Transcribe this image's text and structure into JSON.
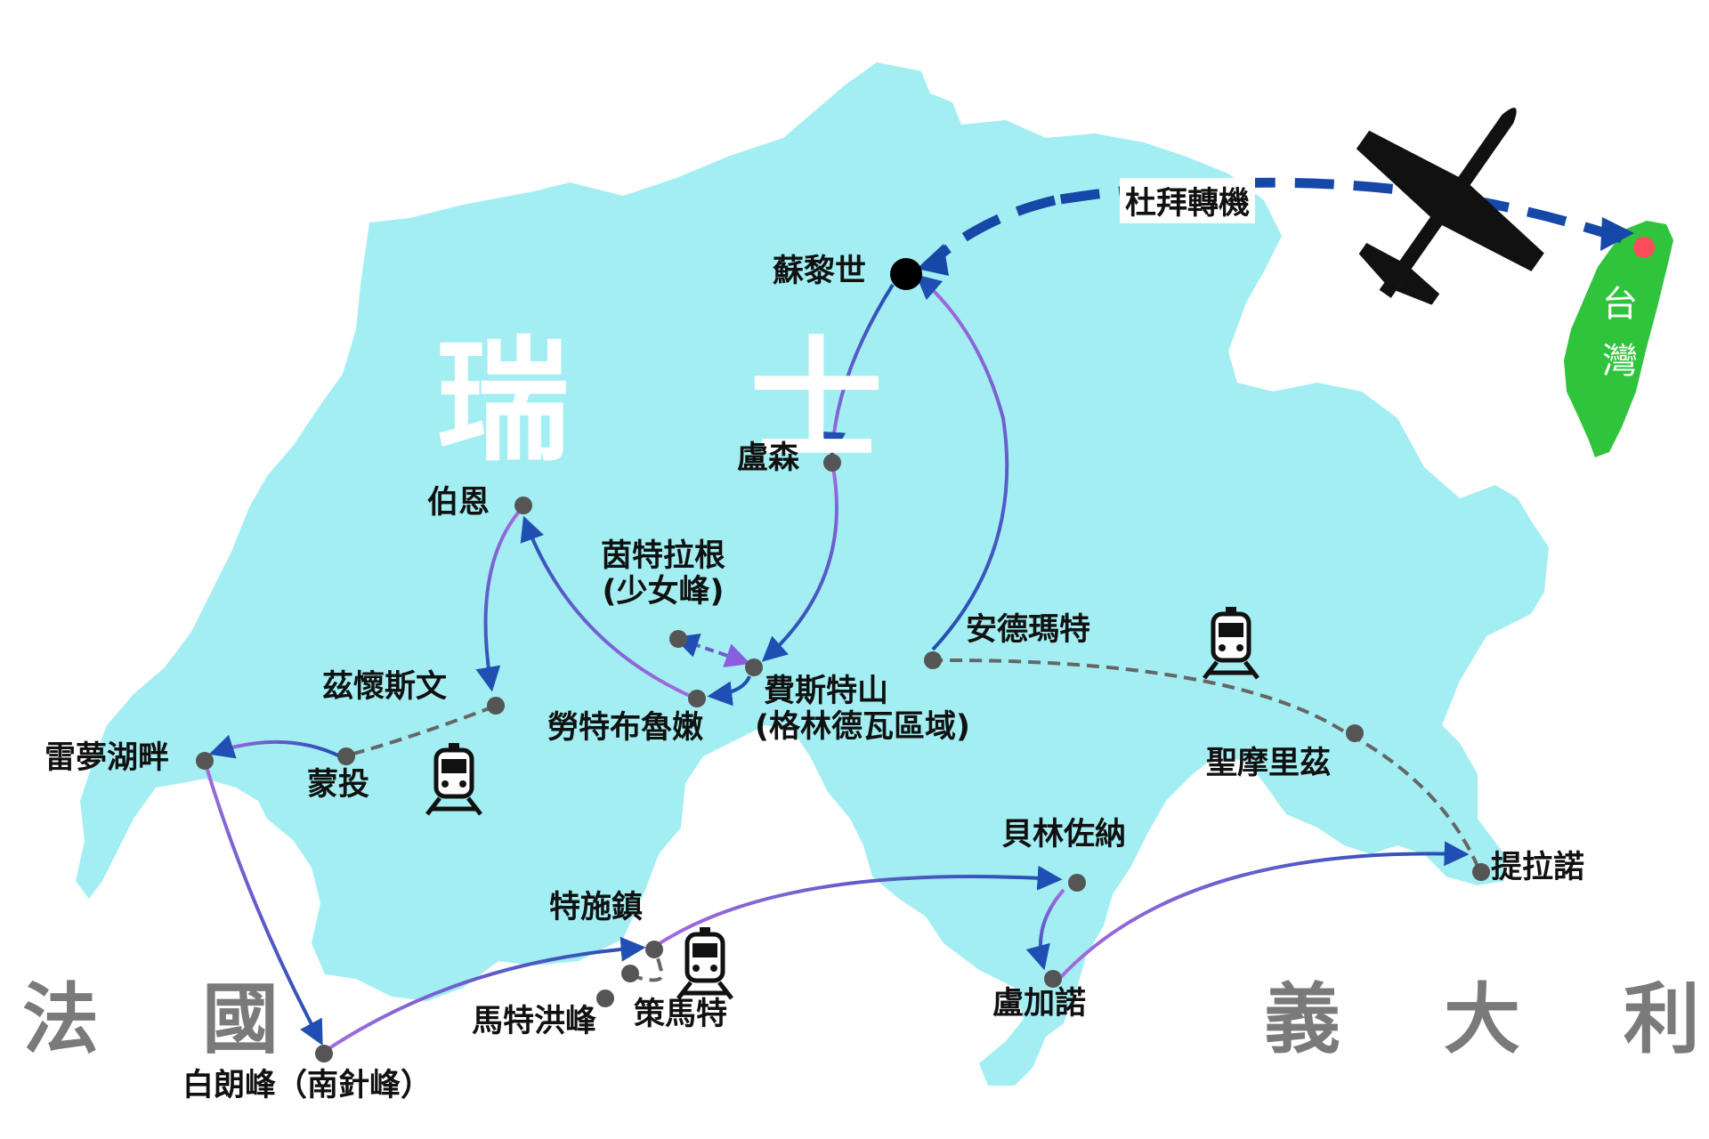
{
  "regions": {
    "switzerland": "瑞 士",
    "france": "法 國",
    "italy": "義 大 利",
    "taiwan_line1": "台",
    "taiwan_line2": "灣"
  },
  "flight": {
    "transfer_label": "杜拜轉機",
    "icon": "airplane-icon"
  },
  "places": {
    "zurich": "蘇黎世",
    "lucerne": "盧森",
    "bern": "伯恩",
    "interlaken_1": "茵特拉根",
    "interlaken_2": "(少女峰)",
    "andermatt": "安德瑪特",
    "zweisimmen": "茲懷斯文",
    "lauterbrunnen": "勞特布魯嫩",
    "first_1": "費斯特山",
    "first_2": "(格林德瓦區域)",
    "geneva": "雷夢湖畔",
    "montreux": "蒙投",
    "st_moritz": "聖摩里茲",
    "tirano": "提拉諾",
    "bellinzona": "貝林佐納",
    "lugano": "盧加諾",
    "tasch": "特施鎮",
    "matterhorn": "馬特洪峰",
    "zermatt": "策馬特",
    "mont_blanc": "白朗峰（南針峰）"
  },
  "icons": [
    "train-icon",
    "train-icon",
    "train-icon",
    "train-icon"
  ],
  "colors": {
    "switzerland_fill": "#a3eef2",
    "taiwan_fill": "#2fc43c",
    "route_blue": "#1f4fb3",
    "route_purple": "#a46be0",
    "train_dash": "#666666",
    "flight_dash": "#1648a8",
    "stop_dot": "#555555",
    "taiwan_dot": "#ff4d5e"
  }
}
